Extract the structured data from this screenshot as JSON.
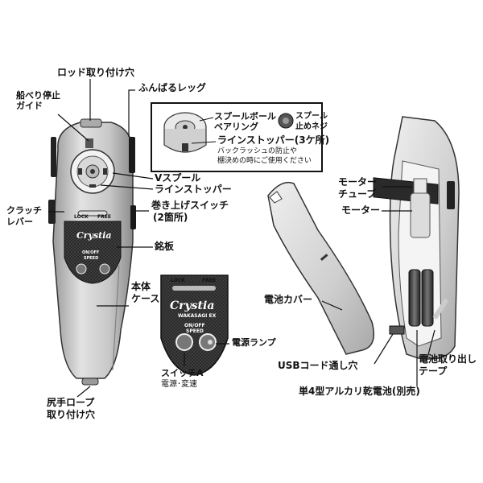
{
  "labels": {
    "rod_hole": "ロッド取り付け穴",
    "edge_guide_1": "船べり停止",
    "edge_guide_2": "ガイド",
    "brace_leg": "ふんばるレッグ",
    "v_spool": "Vスプール",
    "line_stopper_left": "ラインストッパー",
    "clutch_1": "クラッチ",
    "clutch_2": "レバー",
    "winding_switch_1": "巻き上げスイッチ",
    "winding_switch_2": "(2箇所)",
    "nameplate": "銘板",
    "body_case_1": "本体",
    "body_case_2": "ケース",
    "tail_rope_1": "尻手ロープ",
    "tail_rope_2": "取り付け穴",
    "spool_bearing_1": "スプールボール",
    "spool_bearing_2": "ベアリング",
    "spool_screw_1": "スプール",
    "spool_screw_2": "止めネジ",
    "line_stopper_inset": "ラインストッパー(3ケ所)",
    "inset_note_1": "バックラッシュの防止や",
    "inset_note_2": "棚決めの時にご使用ください",
    "power_lamp": "電源ランプ",
    "switch_a_1": "スイッチA",
    "switch_a_2": "電源･変速",
    "motor_tube_1": "モーター",
    "motor_tube_2": "チューブ",
    "motor": "モーター",
    "battery_cover": "電池カバー",
    "usb_hole": "USBコード通し穴",
    "battery_tape_1": "電池取り出し",
    "battery_tape_2": "テープ",
    "battery": "単4型アルカリ乾電池(別売)"
  },
  "device": {
    "brand": "Crystia",
    "model": "WAKASAGI EX",
    "lock": "LOCK",
    "free": "FREE",
    "on_off": "ON/OFF",
    "speed": "SPEED"
  },
  "colors": {
    "body": "#c9c9c9",
    "body_light": "#e6e6e6",
    "panel": "#2a2a2a",
    "black": "#111111"
  }
}
